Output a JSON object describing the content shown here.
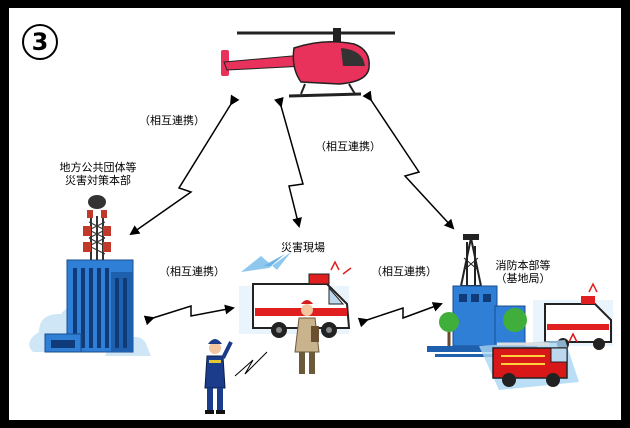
{
  "panel_number": "3",
  "nodes": {
    "local_gov": [
      "地方公共団体等",
      "災害対策本部"
    ],
    "disaster_site": "災害現場",
    "fire_hq": [
      "消防本部等",
      "（基地局）"
    ]
  },
  "links": {
    "heli_gov": "（相互連携）",
    "heli_fire": "（相互連携）",
    "gov_site": "（相互連携）",
    "site_fire": "（相互連携）"
  },
  "colors": {
    "helicopter": "#e8315b",
    "building": "#2f7fd6",
    "ambulance_stripe": "#e02020",
    "firetruck": "#d81818"
  }
}
